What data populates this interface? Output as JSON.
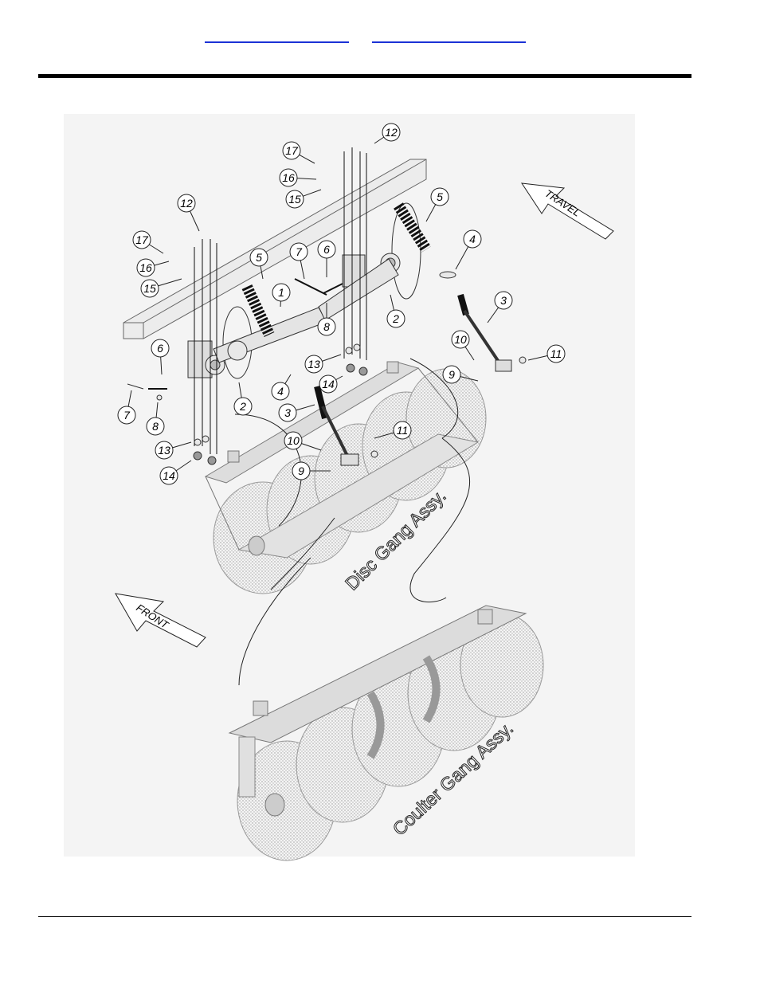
{
  "header": {
    "link_1_label": "",
    "link_2_label": ""
  },
  "diagram": {
    "labels": {
      "disc_gang": "Disc Gang Assy.",
      "coulter_gang": "Coulter Gang Assy.",
      "travel": "TRAVEL",
      "front": "FRONT"
    },
    "callouts": [
      "12",
      "17",
      "16",
      "15",
      "5",
      "4",
      "7",
      "6",
      "12",
      "17",
      "16",
      "15",
      "5",
      "1",
      "8",
      "2",
      "3",
      "10",
      "11",
      "9",
      "6",
      "13",
      "14",
      "4",
      "7",
      "8",
      "2",
      "3",
      "11",
      "10",
      "9",
      "13",
      "14"
    ]
  },
  "colors": {
    "link": "#1b32d6",
    "rule": "#000000",
    "figure_bg": "#f4f4f4",
    "line": "#222222"
  }
}
